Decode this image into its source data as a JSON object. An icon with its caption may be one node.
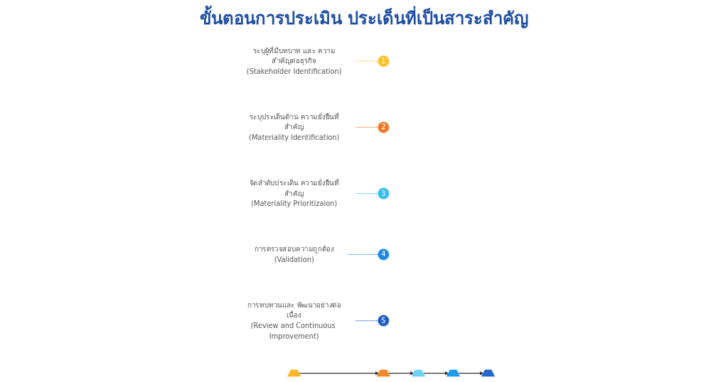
{
  "diagram": {
    "title": "ขั้นตอนการประเมิน ประเด็นที่เป็นสาระสำคัญ",
    "nodes": [
      {
        "text": [
          "ระบุผู้ที่มีบทบาท และ ความสำคัญต่อธุรกิจ",
          "(Stakeholder Identification)"
        ]
      },
      {
        "text": [
          "ระบุประเด็นด้าน ความยั่งยืนที่สำคัญ",
          "(Materiality Identification)"
        ]
      },
      {
        "text": [
          "จัดลำดับประเด็น ความยั่งยืนที่สำคัญ",
          "(Materiality Prioritizaion)"
        ]
      },
      {
        "text": [
          "การตรวจสอบความถูกต้อง",
          "(Validation)"
        ]
      },
      {
        "text": [
          "การทบทวนและ พัฒนาอย่างต่อเนื่อง",
          "(Review and Continuous Improvement)"
        ]
      },
      {
        "text": [
          "1"
        ]
      },
      {
        "text": [
          "2"
        ]
      },
      {
        "text": [
          "3"
        ]
      },
      {
        "text": [
          "4"
        ]
      },
      {
        "text": [
          "5"
        ]
      },
      {
        "text": [],
        "shape": "picture"
      },
      {
        "text": [],
        "shape": "picture"
      },
      {
        "text": [],
        "shape": "picture"
      },
      {
        "text": [],
        "shape": "picture"
      },
      {
        "text": [],
        "shape": "picture"
      }
    ],
    "edges": [
      {
        "from": 0,
        "to": 5,
        "arrow": "none",
        "style": "dashed",
        "color": "#f9c22e"
      },
      {
        "from": 1,
        "to": 6,
        "arrow": "none",
        "style": "dashed",
        "color": "#ee7a2c"
      },
      {
        "from": 2,
        "to": 7,
        "arrow": "none",
        "style": "dashed",
        "color": "#33bdf2"
      },
      {
        "from": 3,
        "to": 8,
        "arrow": "none",
        "style": "dashed",
        "color": "#1e88e5"
      },
      {
        "from": 4,
        "to": 9,
        "arrow": "none",
        "style": "dashed",
        "color": "#1f5fc4"
      },
      {
        "from": 10,
        "to": 11,
        "arrow": "to"
      },
      {
        "from": 11,
        "to": 12,
        "arrow": "to"
      },
      {
        "from": 12,
        "to": 13,
        "arrow": "to"
      },
      {
        "from": 13,
        "to": 14,
        "arrow": "to"
      }
    ]
  }
}
